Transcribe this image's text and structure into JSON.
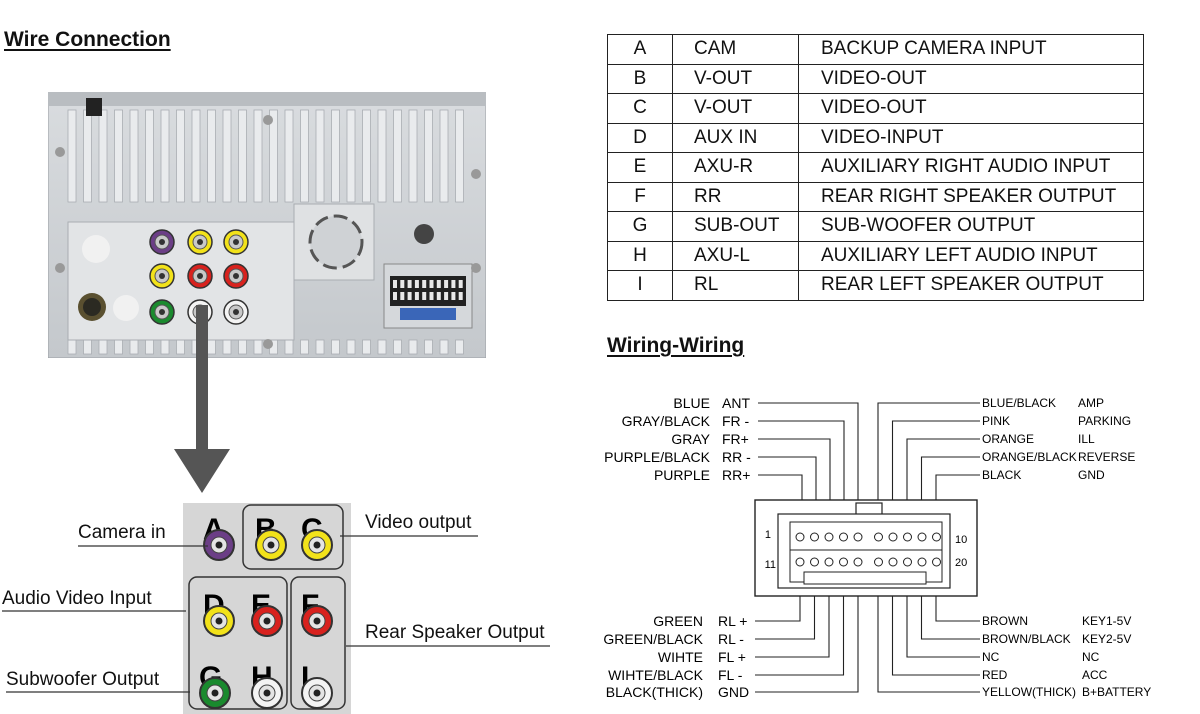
{
  "headings": {
    "wire_connection": "Wire Connection",
    "wiring": "Wiring-Wiring"
  },
  "pin_table": [
    {
      "letter": "A",
      "code": "CAM",
      "desc": "BACKUP CAMERA INPUT"
    },
    {
      "letter": "B",
      "code": "V-OUT",
      "desc": "VIDEO-OUT"
    },
    {
      "letter": "C",
      "code": "V-OUT",
      "desc": "VIDEO-OUT"
    },
    {
      "letter": "D",
      "code": "AUX IN",
      "desc": "VIDEO-INPUT"
    },
    {
      "letter": "E",
      "code": "AXU-R",
      "desc": "AUXILIARY RIGHT AUDIO INPUT"
    },
    {
      "letter": "F",
      "code": "RR",
      "desc": "REAR RIGHT SPEAKER OUTPUT"
    },
    {
      "letter": "G",
      "code": "SUB-OUT",
      "desc": "SUB-WOOFER OUTPUT"
    },
    {
      "letter": "H",
      "code": "AXU-L",
      "desc": "AUXILIARY LEFT  AUDIO INPUT"
    },
    {
      "letter": "I",
      "code": "RL",
      "desc": "REAR LEFT SPEAKER OUTPUT"
    }
  ],
  "jacks": [
    {
      "letter": "A",
      "color": "#6b3e86"
    },
    {
      "letter": "B",
      "color": "#f2e21a"
    },
    {
      "letter": "C",
      "color": "#f2e21a"
    },
    {
      "letter": "D",
      "color": "#f2e21a"
    },
    {
      "letter": "E",
      "color": "#d8221e"
    },
    {
      "letter": "F",
      "color": "#d8221e"
    },
    {
      "letter": "G",
      "color": "#1a8a2e"
    },
    {
      "letter": "H",
      "color": "#f4f4f4"
    },
    {
      "letter": "I",
      "color": "#f4f4f4"
    }
  ],
  "callouts": {
    "camera_in": "Camera in",
    "video_output": "Video output",
    "audio_video_input": "Audio Video Input",
    "rear_speaker_output": "Rear Speaker Output",
    "subwoofer_output": "Subwoofer Output"
  },
  "connector": {
    "pin_1": "1",
    "pin_10": "10",
    "pin_11": "11",
    "pin_20": "20"
  },
  "wires_top_left": [
    {
      "color": "BLUE",
      "func": "ANT"
    },
    {
      "color": "GRAY/BLACK",
      "func": "FR -"
    },
    {
      "color": "GRAY",
      "func": "FR+"
    },
    {
      "color": "PURPLE/BLACK",
      "func": "RR -"
    },
    {
      "color": "PURPLE",
      "func": "RR+"
    }
  ],
  "wires_top_right": [
    {
      "color": "BLUE/BLACK",
      "func": "AMP"
    },
    {
      "color": "PINK",
      "func": "PARKING"
    },
    {
      "color": "ORANGE",
      "func": "ILL"
    },
    {
      "color": "ORANGE/BLACK",
      "func": "REVERSE"
    },
    {
      "color": "BLACK",
      "func": "GND"
    }
  ],
  "wires_bottom_left": [
    {
      "color": "GREEN",
      "func": "RL +"
    },
    {
      "color": "GREEN/BLACK",
      "func": "RL  -"
    },
    {
      "color": "WIHTE",
      "func": "FL +"
    },
    {
      "color": "WIHTE/BLACK",
      "func": "FL  -"
    },
    {
      "color": "BLACK(THICK)",
      "func": "GND"
    }
  ],
  "wires_bottom_right": [
    {
      "color": "BROWN",
      "func": "KEY1-5V"
    },
    {
      "color": "BROWN/BLACK",
      "func": "KEY2-5V"
    },
    {
      "color": "NC",
      "func": "NC"
    },
    {
      "color": "RED",
      "func": "ACC"
    },
    {
      "color": "YELLOW(THICK)",
      "func": "B+BATTERY"
    }
  ]
}
